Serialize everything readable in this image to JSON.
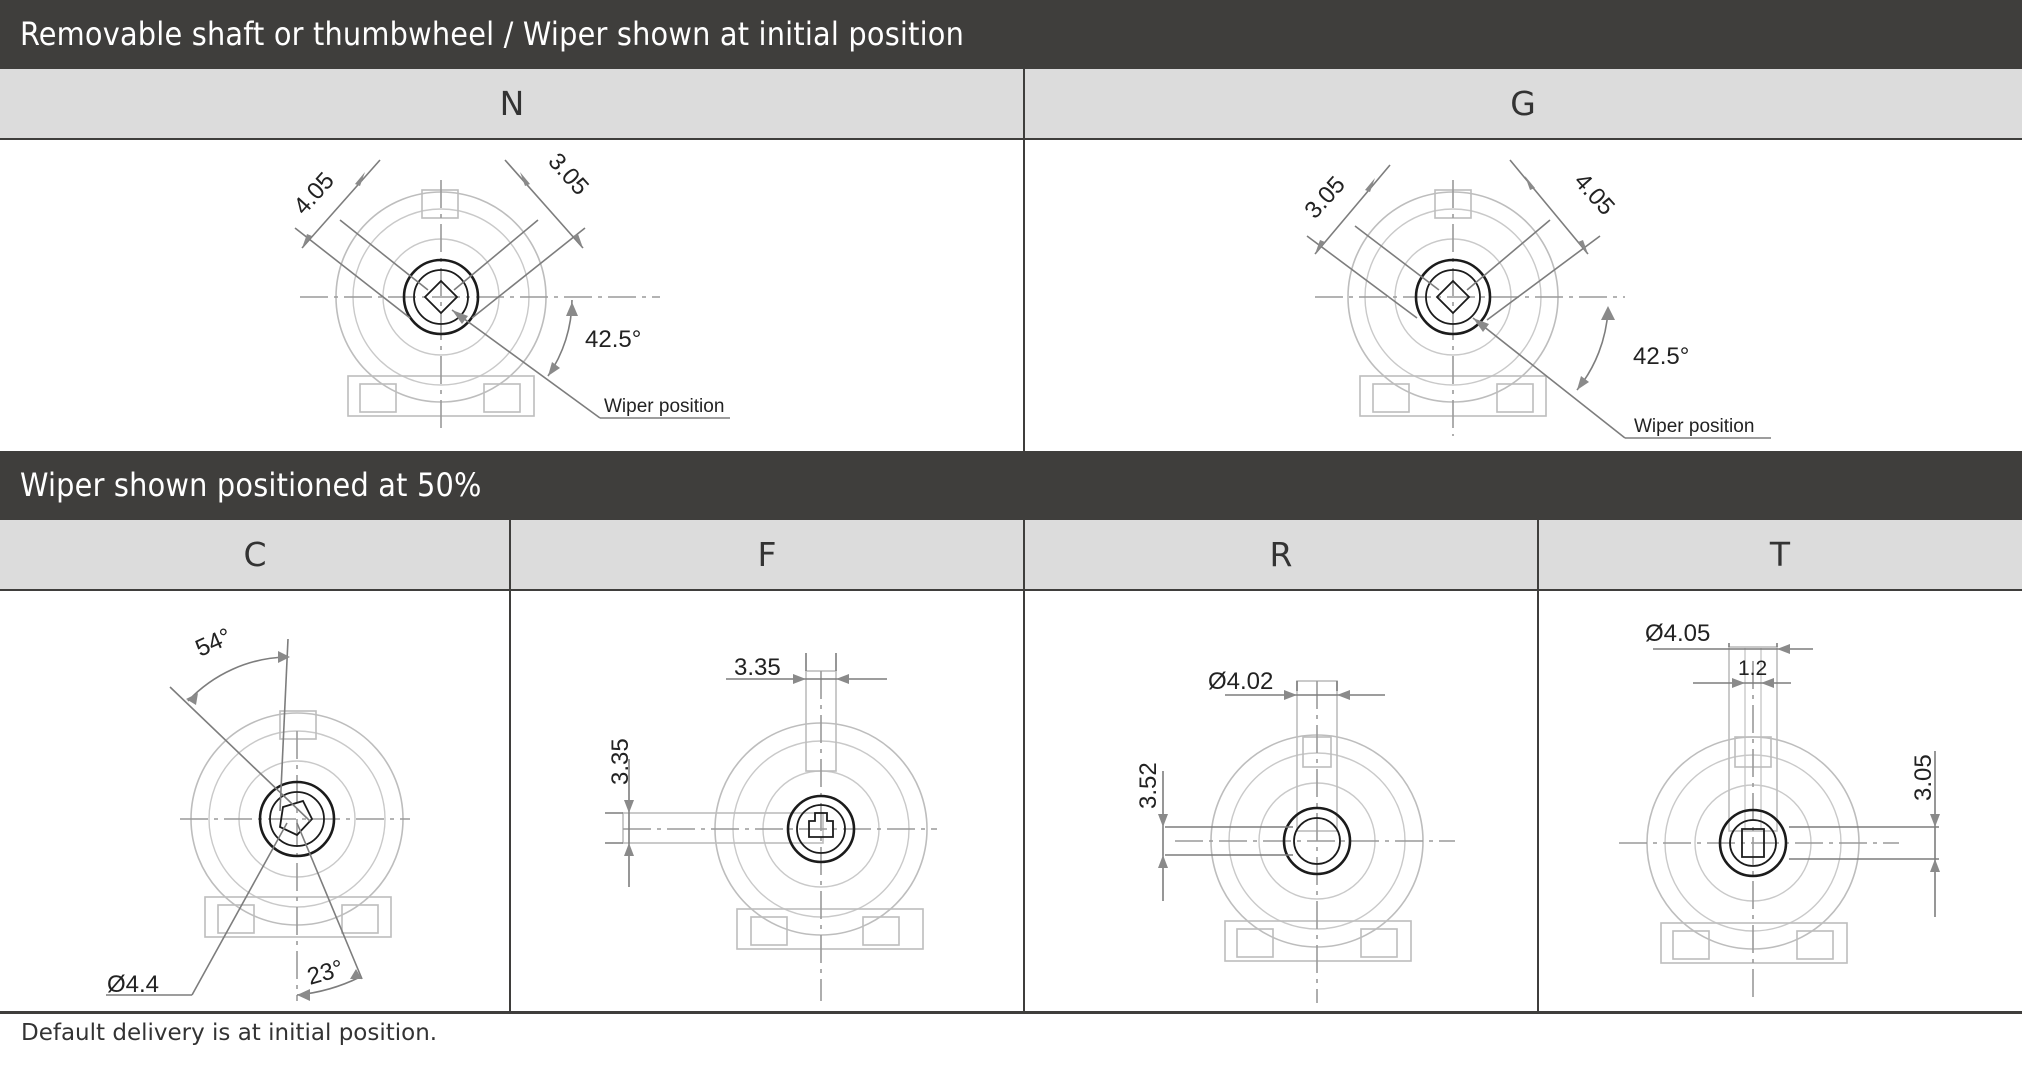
{
  "section1": {
    "title": "Removable shaft or thumbwheel / Wiper shown at initial position",
    "columns": [
      {
        "label": "N",
        "dims": {
          "a": "4.05",
          "b": "3.05",
          "angle": "42.5°",
          "wiper": "Wiper position"
        }
      },
      {
        "label": "G",
        "dims": {
          "a": "3.05",
          "b": "4.05",
          "angle": "42.5°",
          "wiper": "Wiper position"
        }
      }
    ]
  },
  "section2": {
    "title": "Wiper shown positioned at 50%",
    "columns": [
      {
        "label": "C",
        "dims": {
          "angle1": "54°",
          "angle2": "23°",
          "dia": "Ø4.4"
        }
      },
      {
        "label": "F",
        "dims": {
          "w": "3.35",
          "h": "3.35"
        }
      },
      {
        "label": "R",
        "dims": {
          "dia": "Ø4.02",
          "h": "3.52"
        }
      },
      {
        "label": "T",
        "dims": {
          "dia": "Ø4.05",
          "w": "1.2",
          "h": "3.05"
        }
      }
    ]
  },
  "footnote": "Default delivery is at initial position.",
  "colors": {
    "band": "#3f3e3c",
    "header": "#dcdcdc",
    "drawing_dark": "#1b1b1b",
    "drawing_light": "#bdbdbd"
  }
}
